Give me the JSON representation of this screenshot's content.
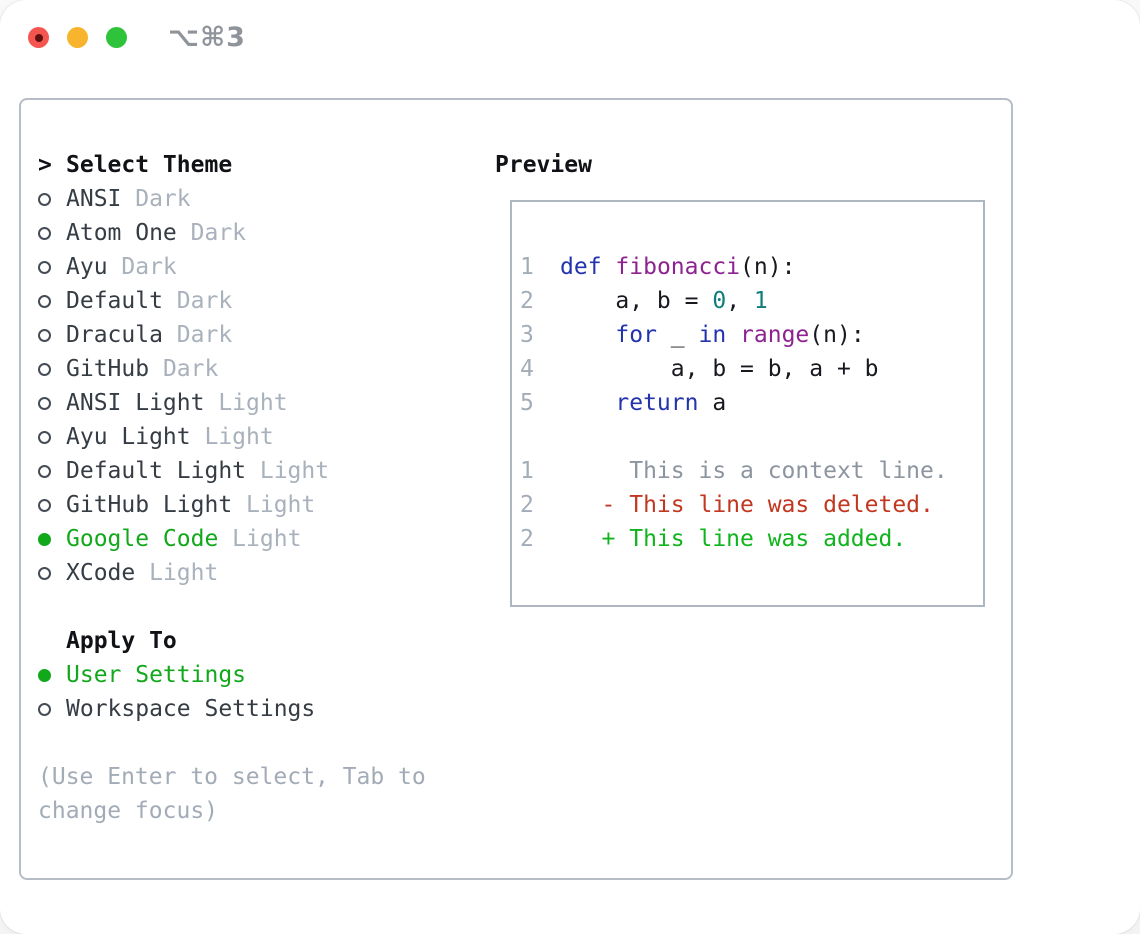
{
  "window": {
    "title": "⌥⌘3",
    "traffic_lights": [
      {
        "name": "close-button",
        "color": "#f4564f",
        "has_inner_dot": true
      },
      {
        "name": "minimize-button",
        "color": "#f8b42d",
        "has_inner_dot": false
      },
      {
        "name": "zoom-button",
        "color": "#2fc33c",
        "has_inner_dot": false
      }
    ]
  },
  "theme_list": {
    "header_marker": ">",
    "header": "Select Theme",
    "items": [
      {
        "name": "ANSI",
        "tag": "Dark",
        "selected": false
      },
      {
        "name": "Atom One",
        "tag": "Dark",
        "selected": false
      },
      {
        "name": "Ayu",
        "tag": "Dark",
        "selected": false
      },
      {
        "name": "Default",
        "tag": "Dark",
        "selected": false
      },
      {
        "name": "Dracula",
        "tag": "Dark",
        "selected": false
      },
      {
        "name": "GitHub",
        "tag": "Dark",
        "selected": false
      },
      {
        "name": "ANSI Light",
        "tag": "Light",
        "selected": false
      },
      {
        "name": "Ayu Light",
        "tag": "Light",
        "selected": false
      },
      {
        "name": "Default Light",
        "tag": "Light",
        "selected": false
      },
      {
        "name": "GitHub Light",
        "tag": "Light",
        "selected": false
      },
      {
        "name": "Google Code",
        "tag": "Light",
        "selected": true
      },
      {
        "name": "XCode",
        "tag": "Light",
        "selected": false
      }
    ]
  },
  "apply_to": {
    "header": "Apply To",
    "options": [
      {
        "label": "User Settings",
        "selected": true
      },
      {
        "label": "Workspace Settings",
        "selected": false
      }
    ]
  },
  "help_text": "(Use Enter to select, Tab to change focus)",
  "preview": {
    "header": "Preview",
    "code_lines": [
      {
        "num": "1",
        "tokens": [
          [
            "kw",
            "def"
          ],
          [
            "pl",
            " "
          ],
          [
            "fn",
            "fibonacci"
          ],
          [
            "pl",
            "(n):"
          ]
        ]
      },
      {
        "num": "2",
        "tokens": [
          [
            "pl",
            "    a, b = "
          ],
          [
            "num",
            "0"
          ],
          [
            "pl",
            ", "
          ],
          [
            "num",
            "1"
          ]
        ]
      },
      {
        "num": "3",
        "tokens": [
          [
            "pl",
            "    "
          ],
          [
            "kw",
            "for"
          ],
          [
            "pl",
            " _ "
          ],
          [
            "kw",
            "in"
          ],
          [
            "pl",
            " "
          ],
          [
            "fn",
            "range"
          ],
          [
            "pl",
            "(n):"
          ]
        ]
      },
      {
        "num": "4",
        "tokens": [
          [
            "pl",
            "        a, b = b, a + b"
          ]
        ]
      },
      {
        "num": "5",
        "tokens": [
          [
            "pl",
            "    "
          ],
          [
            "kw",
            "return"
          ],
          [
            "pl",
            " a"
          ]
        ]
      },
      {
        "num": "",
        "tokens": []
      },
      {
        "num": "1",
        "tokens": [
          [
            "ctx",
            "     This is a context line."
          ]
        ]
      },
      {
        "num": "2",
        "tokens": [
          [
            "del",
            "   - This line was deleted."
          ]
        ]
      },
      {
        "num": "2",
        "tokens": [
          [
            "add",
            "   + This line was added."
          ]
        ]
      }
    ],
    "colors": {
      "keyword": "#2333ad",
      "function": "#8d2391",
      "number": "#0e7d7b",
      "plain": "#17191e",
      "context": "#8c959f",
      "deleted": "#c23720",
      "added": "#10b41c",
      "line_number": "#a3adb8"
    }
  },
  "accent": {
    "selection_green": "#12a81b",
    "panel_border": "#b6bdc6",
    "muted_text": "#a2abb6"
  }
}
